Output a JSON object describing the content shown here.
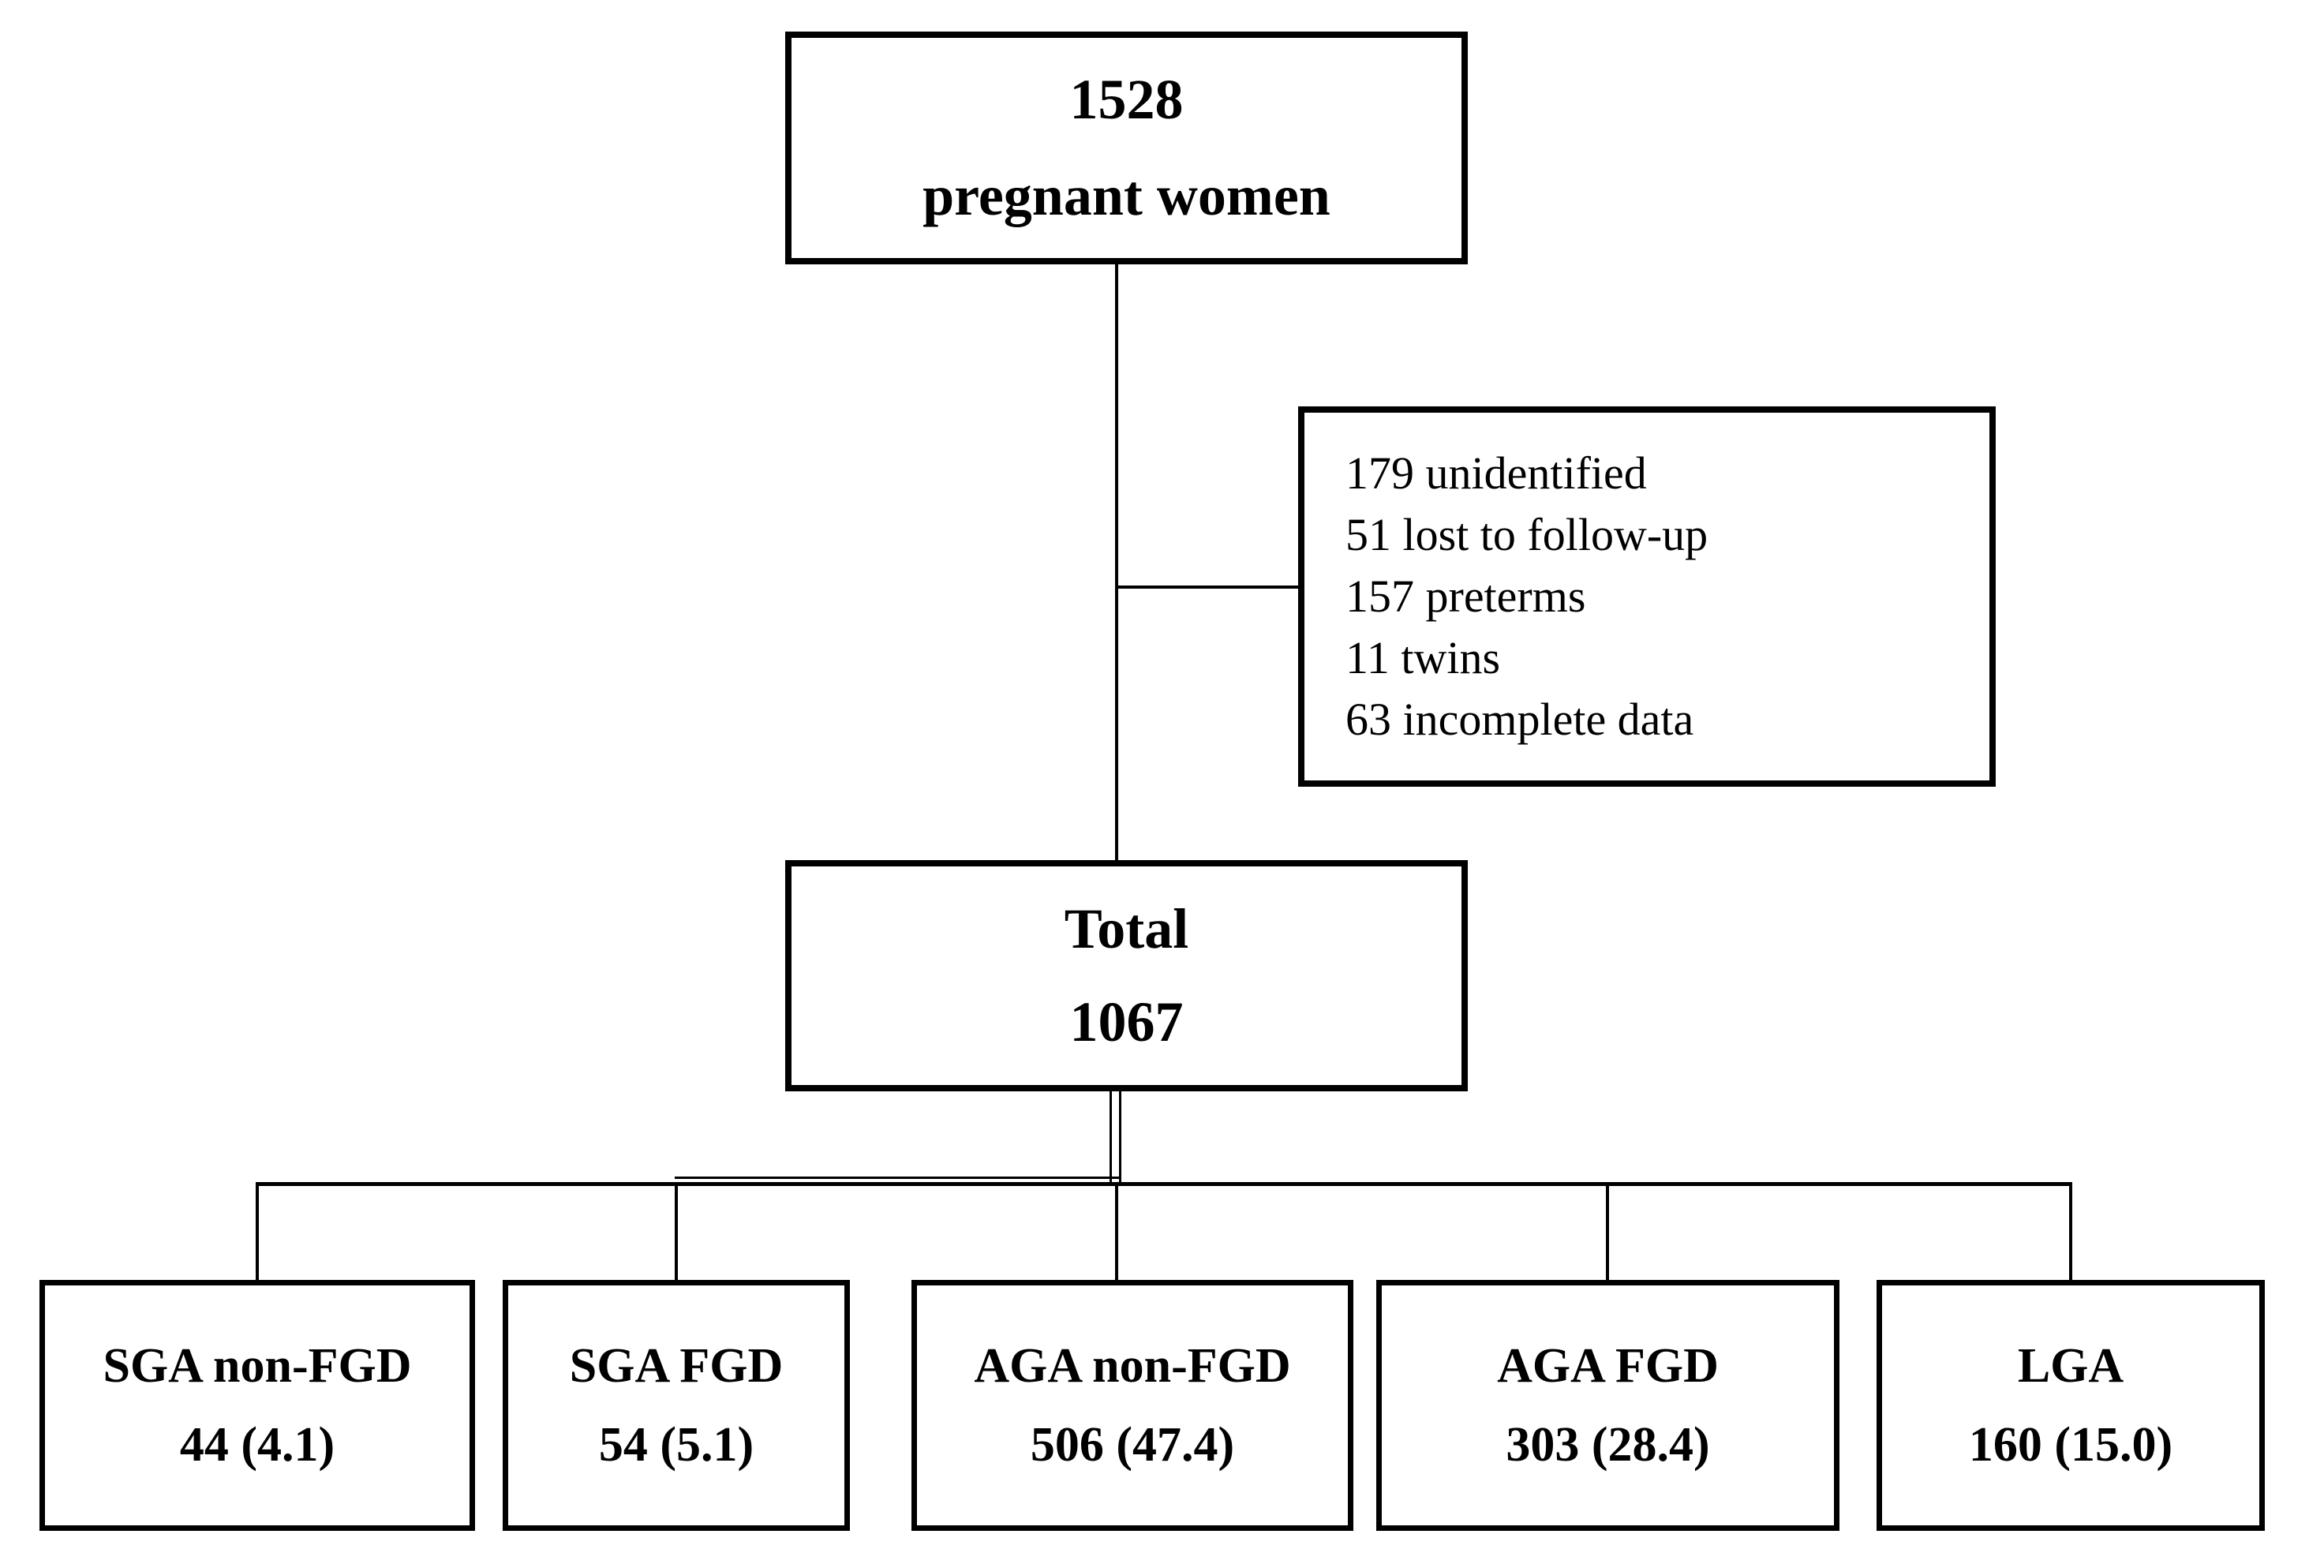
{
  "diagram": {
    "type": "study-flowchart",
    "colors": {
      "ink": "#000000",
      "background": "#ffffff"
    },
    "nodes": {
      "enrolled": {
        "count": "1528",
        "label": "pregnant women"
      },
      "exclusions": {
        "items": [
          "179 unidentified",
          "51 lost to follow-up",
          "157 preterms",
          "11 twins",
          "63 incomplete data"
        ]
      },
      "total": {
        "label": "Total",
        "count": "1067"
      },
      "groups": [
        {
          "label": "SGA non-FGD",
          "value": "44 (4.1)"
        },
        {
          "label": "SGA FGD",
          "value": "54 (5.1)"
        },
        {
          "label": "AGA non-FGD",
          "value": "506 (47.4)"
        },
        {
          "label": "AGA FGD",
          "value": "303 (28.4)"
        },
        {
          "label": "LGA",
          "value": "160 (15.0)"
        }
      ]
    }
  }
}
